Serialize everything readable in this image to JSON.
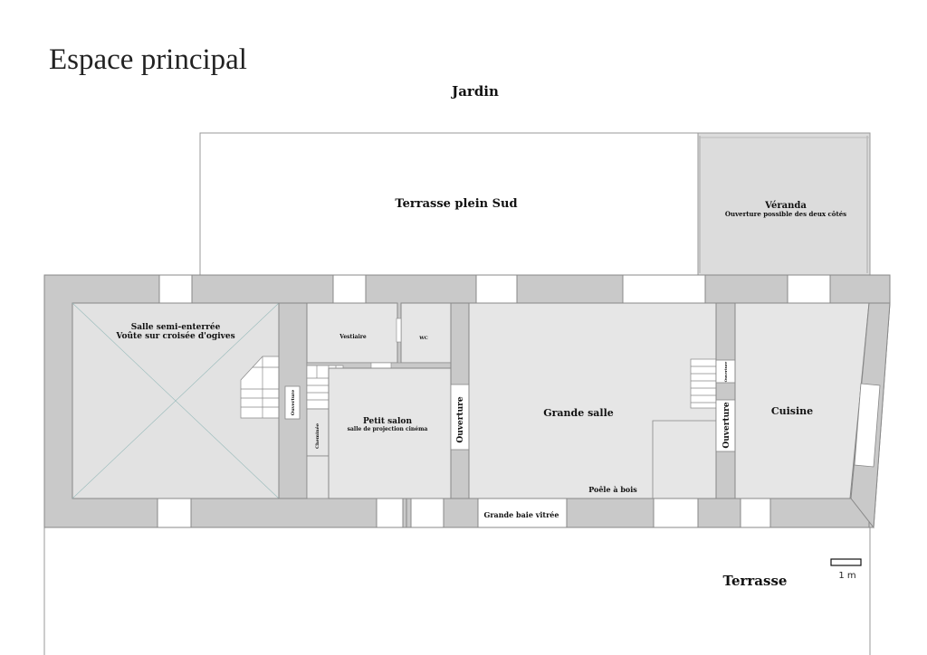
{
  "page": {
    "title": "Espace principal"
  },
  "labels": {
    "jardin": "Jardin",
    "terrasse_sud": "Terrasse plein Sud",
    "veranda": "Véranda",
    "veranda_sub": "Ouverture possible des deux côtés",
    "salle_semi": "Salle semi-enterrée",
    "salle_semi_sub": "Voûte sur croisée d'ogives",
    "vestiaire": "Vestiaire",
    "wc": "WC",
    "petit_salon": "Petit salon",
    "petit_salon_sub": "salle de projection cinéma",
    "cheminee": "Cheminée",
    "grande_salle": "Grande salle",
    "poele": "Poêle à bois",
    "cuisine": "Cuisine",
    "ouverture": "Ouverture",
    "grande_baie": "Grande baie vitrée",
    "terrasse": "Terrasse"
  },
  "scale": {
    "label": "1 m"
  },
  "colors": {
    "wall": "#c9c9c9",
    "room": "#e6e6e6",
    "veranda": "#dcdcdc",
    "line": "#777777",
    "text": "#111111"
  }
}
